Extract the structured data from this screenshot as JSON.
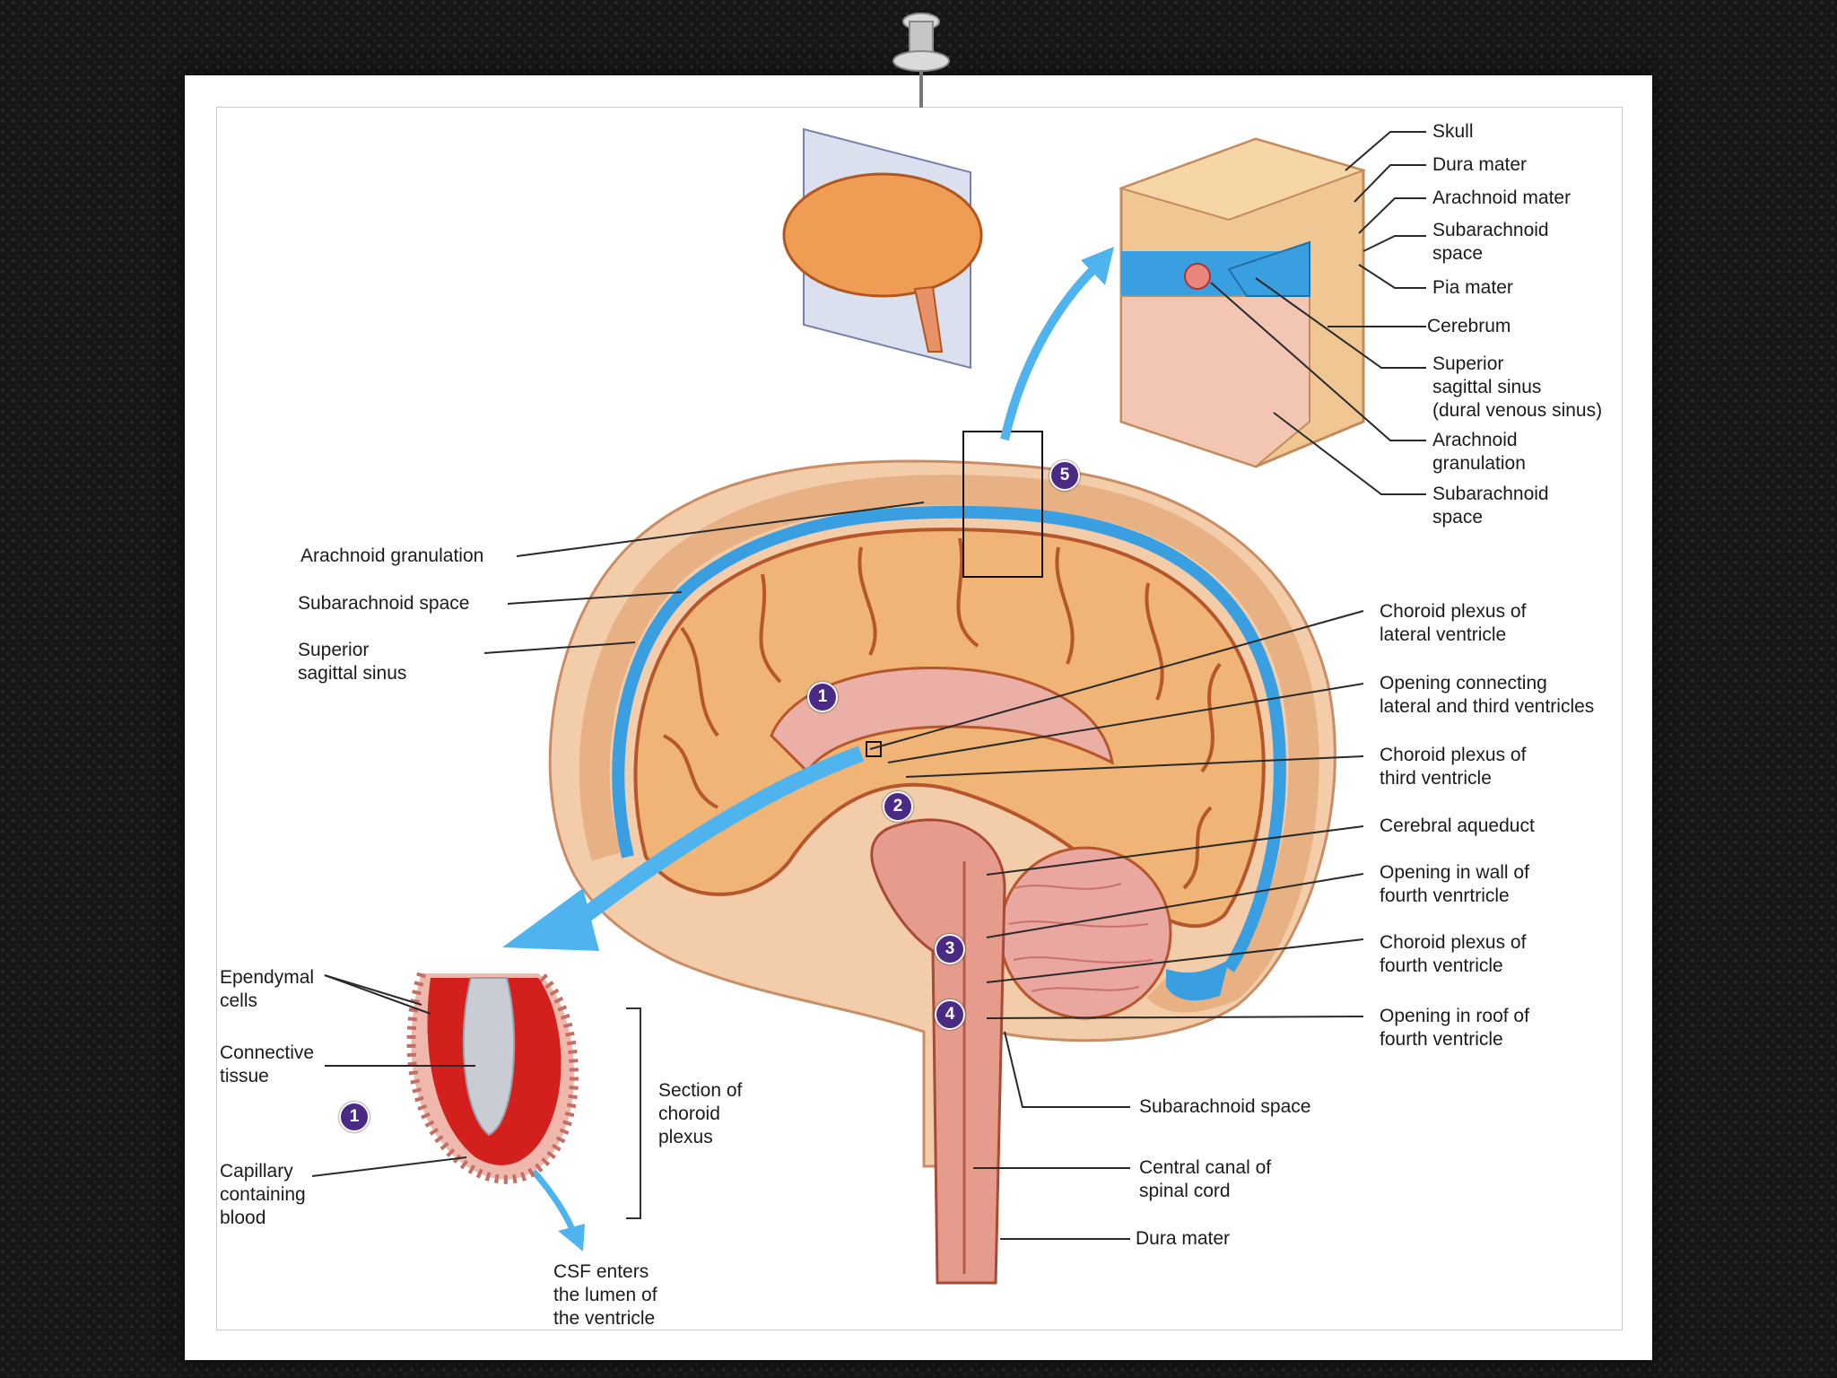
{
  "diagram": {
    "left_labels": {
      "arachnoid_granulation": "Arachnoid granulation",
      "subarachnoid_space": "Subarachnoid space",
      "superior_sagittal_sinus": "Superior\nsagittal sinus"
    },
    "right_labels": {
      "choroid_plexus_lateral": "Choroid plexus of\nlateral ventricle",
      "opening_lateral_third": "Opening connecting\nlateral and third ventricles",
      "choroid_plexus_third": "Choroid plexus of\nthird ventricle",
      "cerebral_aqueduct": "Cerebral aqueduct",
      "opening_wall_fourth": "Opening in wall of\nfourth venrtricle",
      "choroid_plexus_fourth": "Choroid plexus of\nfourth ventricle",
      "opening_roof_fourth": "Opening in roof of\nfourth ventricle"
    },
    "bottom_labels": {
      "subarachnoid_space": "Subarachnoid space",
      "central_canal": "Central canal of\nspinal cord",
      "dura_mater": "Dura mater"
    },
    "inset_labels": {
      "skull": "Skull",
      "dura_mater": "Dura mater",
      "arachnoid_mater": "Arachnoid mater",
      "subarachnoid_space": "Subarachnoid\nspace",
      "pia_mater": "Pia mater",
      "cerebrum": "Cerebrum",
      "superior_sagittal_sinus": "Superior\nsagittal sinus\n(dural venous sinus)",
      "arachnoid_granulation": "Arachnoid\ngranulation",
      "subarachnoid_space_2": "Subarachnoid\nspace"
    },
    "choroid_labels": {
      "ependymal_cells": "Ependymal\ncells",
      "connective_tissue": "Connective\ntissue",
      "capillary": "Capillary\ncontaining\nblood",
      "section": "Section of\nchoroid\nplexus",
      "csf_enters": "CSF enters\nthe lumen of\nthe ventricle"
    },
    "steps": [
      "1",
      "2",
      "3",
      "4",
      "5",
      "1"
    ],
    "colors": {
      "csf_blue": "#3a9fe0",
      "brain_tan": "#f1b477",
      "tissue_pink": "#e9a093",
      "step_purple": "#4b2a86",
      "capillary_red": "#d4201c"
    }
  }
}
